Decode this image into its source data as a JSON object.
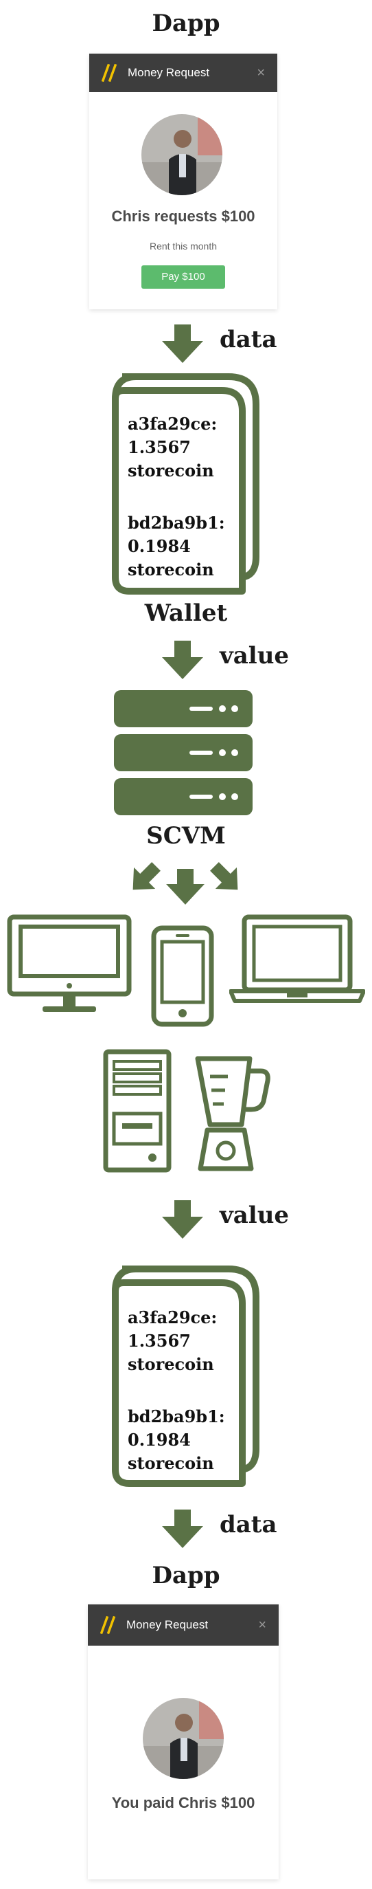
{
  "dapp_top": {
    "heading": "Dapp",
    "card": {
      "title": "Money Request",
      "close_glyph": "×",
      "request_text": "Chris requests $100",
      "memo": "Rent this month",
      "pay_label": "Pay $100"
    }
  },
  "flow": {
    "arrow_data_label": "data",
    "arrow_value_label": "value",
    "arrow_value2_label": "value",
    "arrow_data2_label": "data"
  },
  "wallet_top": {
    "caption": "Wallet",
    "entries": [
      {
        "address": "a3fa29ce:",
        "amount": "1.3567",
        "unit": "storecoin"
      },
      {
        "address": "bd2ba9b1:",
        "amount": "0.1984",
        "unit": "storecoin"
      }
    ]
  },
  "scvm": {
    "caption": "SCVM"
  },
  "wallet_bottom": {
    "entries": [
      {
        "address": "a3fa29ce:",
        "amount": "1.3567",
        "unit": "storecoin"
      },
      {
        "address": "bd2ba9b1:",
        "amount": "0.1984",
        "unit": "storecoin"
      }
    ]
  },
  "dapp_bottom": {
    "heading": "Dapp",
    "card": {
      "title": "Money Request",
      "close_glyph": "×",
      "paid_text": "You paid Chris $100"
    }
  },
  "devices": [
    "desktop-monitor-icon",
    "smartphone-icon",
    "laptop-icon",
    "tower-pc-icon",
    "blender-icon"
  ],
  "colors": {
    "icon_green": "#5a7246",
    "button_green": "#5cbb6d",
    "card_header": "#3d3d3d",
    "logo_yellow": "#f2c200"
  }
}
